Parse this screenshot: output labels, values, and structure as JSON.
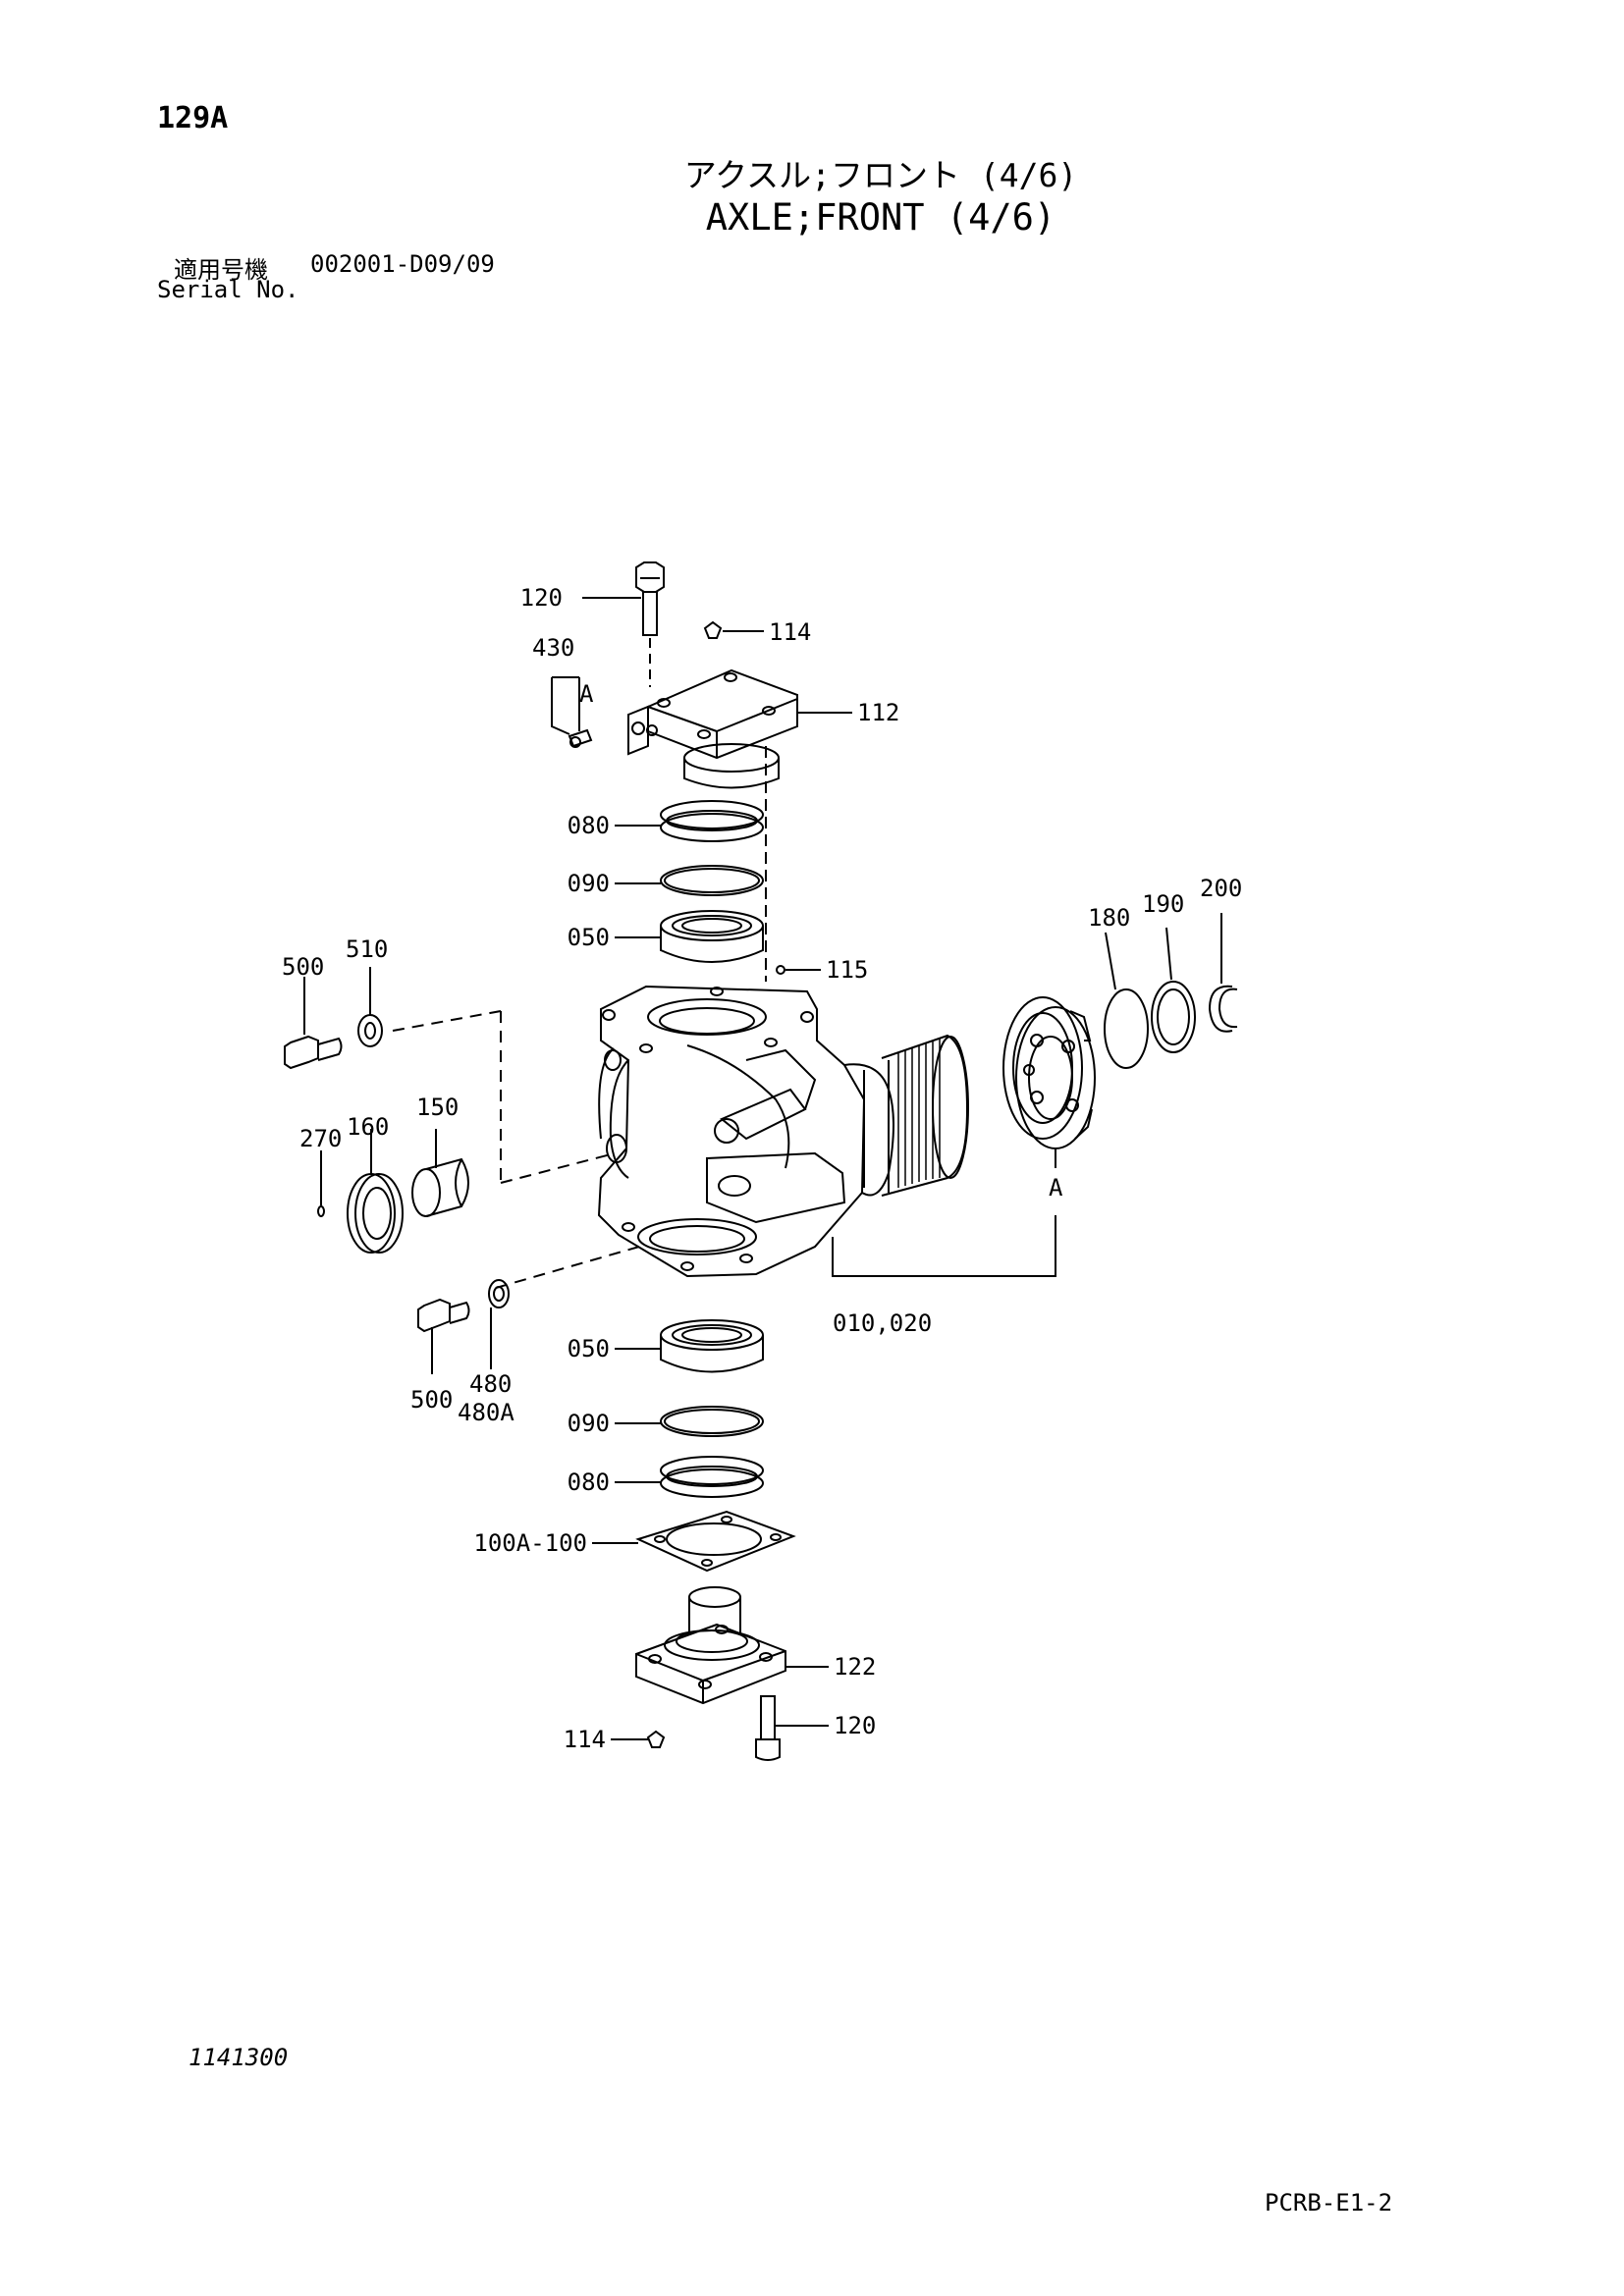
{
  "header": {
    "page_no": "129A",
    "title_jp": "アクスル;フロント (4/6)",
    "title_en": "AXLE;FRONT (4/6)",
    "serial_label_jp": "適用号機",
    "serial_range": "002001-D09/09",
    "serial_label_en": "Serial No."
  },
  "footer": {
    "drawing_no": "1141300",
    "sheet_code": "PCRB-E1-2"
  },
  "callouts": {
    "c120_top": "120",
    "c114_top": "114",
    "c430": "430",
    "cA_top": "A",
    "c112": "112",
    "c080_top": "080",
    "c090_top": "090",
    "c050_top": "050",
    "c115": "115",
    "c500_top": "500",
    "c510": "510",
    "c180": "180",
    "c190": "190",
    "c200": "200",
    "c270": "270",
    "c160": "160",
    "c150": "150",
    "cA_right": "A",
    "c010": "010,020",
    "c500_bot": "500",
    "c480": "480",
    "c480A": "480A",
    "c050_bot": "050",
    "c090_bot": "090",
    "c080_bot": "080",
    "c100": "100A-100",
    "c122": "122",
    "c114_bot": "114",
    "c120_bot": "120"
  }
}
